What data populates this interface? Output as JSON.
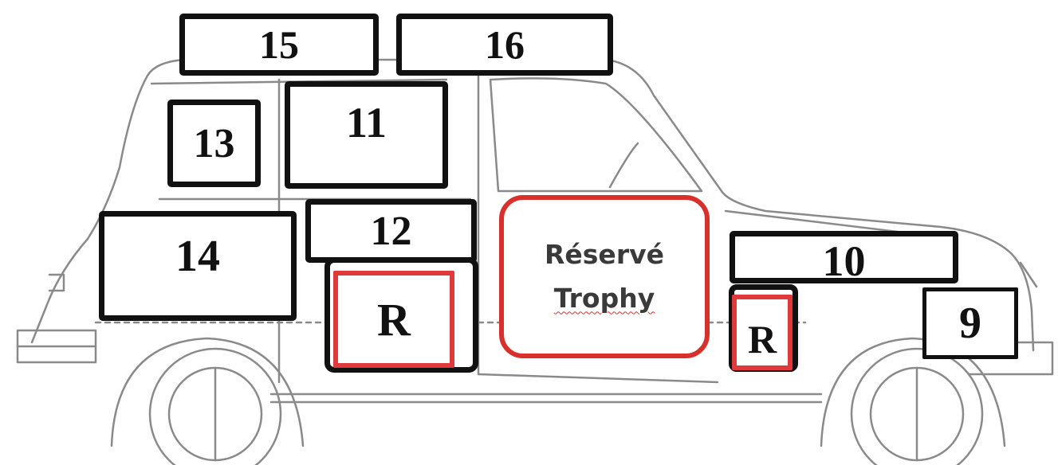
{
  "zones": {
    "z15": "15",
    "z16": "16",
    "z13": "13",
    "z11": "11",
    "z14": "14",
    "z12": "12",
    "zR1": "R",
    "zR2": "R",
    "z10": "10",
    "z9": "9"
  },
  "reserved": {
    "line1": "Réservé",
    "line2": "Trophy"
  },
  "colors": {
    "outline": "#111111",
    "reserved_red": "#e0393b",
    "car_line": "#8a8a8a"
  }
}
